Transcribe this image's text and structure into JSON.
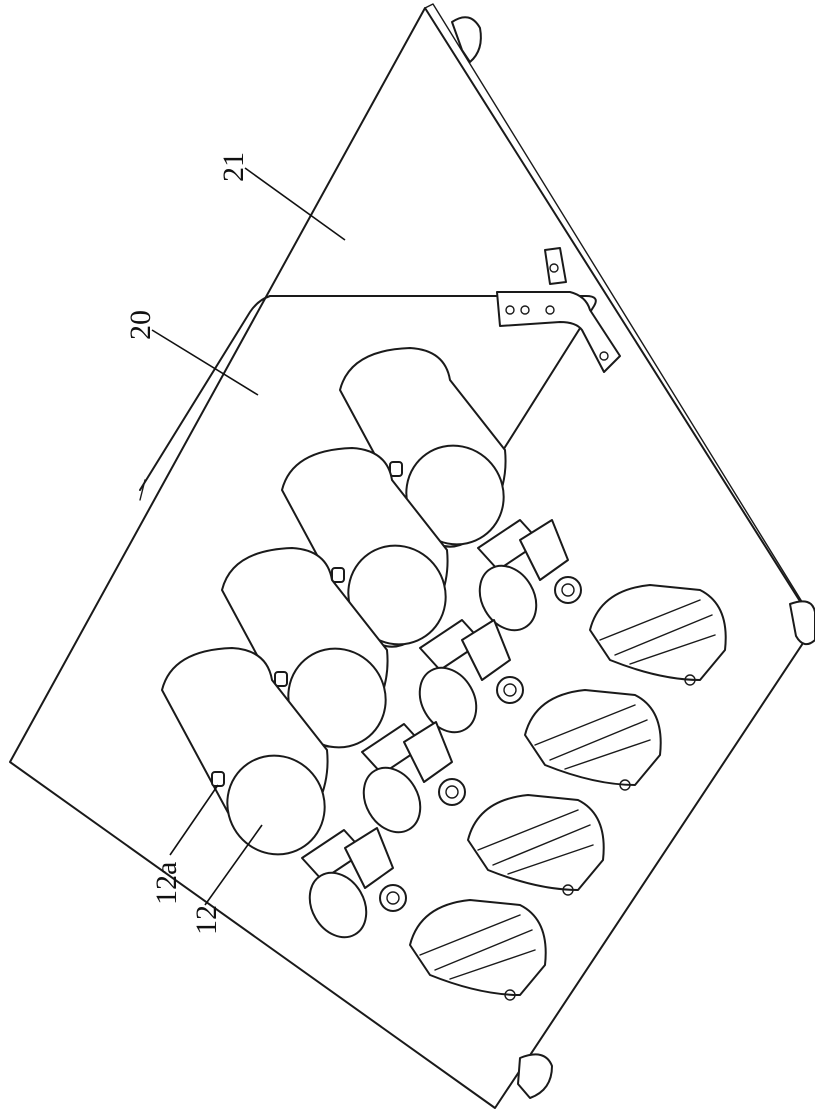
{
  "figure": {
    "labels": {
      "plate": "21",
      "tray": "20",
      "sensor": "12a",
      "bottle": "12"
    }
  }
}
